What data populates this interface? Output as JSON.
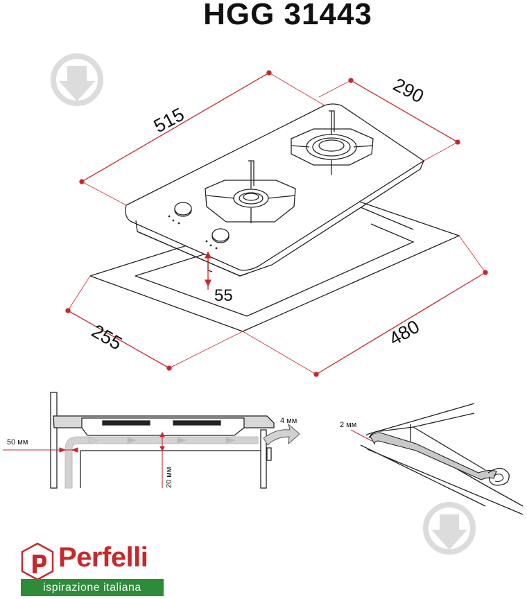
{
  "title": "HGG 31443",
  "dimensions": {
    "width": "515",
    "depth": "290",
    "height": "55",
    "cutout_width": "480",
    "cutout_depth": "255"
  },
  "installation": {
    "clearance_side": "50 мм",
    "gap_top": "4 мм",
    "clearance_below": "20 мм",
    "seal_thickness": "2 мм"
  },
  "brand": {
    "name": "Perfelli",
    "tagline": "ispirazione italiana",
    "color_red": "#c8282b",
    "color_green": "#2e8b3a"
  },
  "icons": [
    "download-watermark-icon",
    "knob-icon",
    "burner-icon",
    "arrow-icon",
    "perfelli-p-logo-icon"
  ]
}
